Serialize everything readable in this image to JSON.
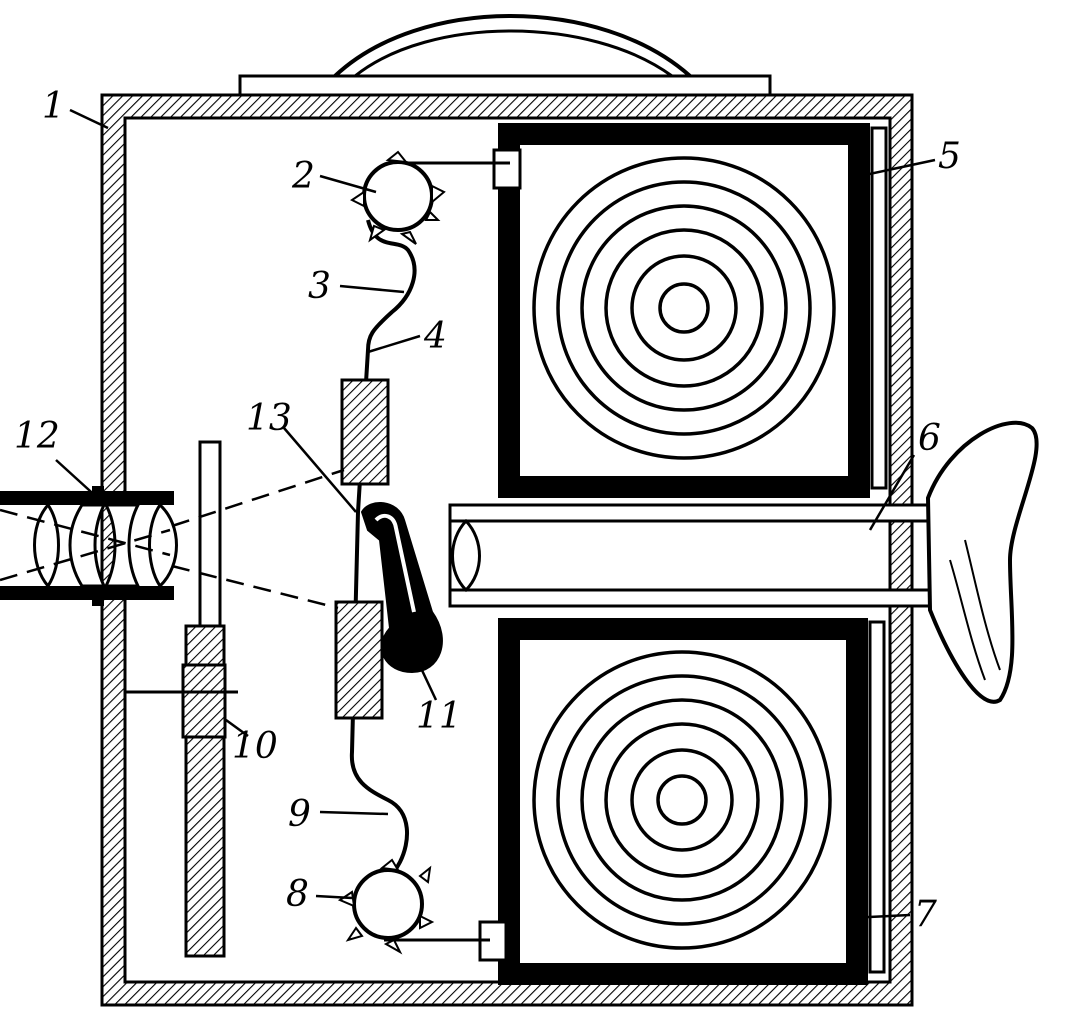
{
  "diagram": {
    "callouts": [
      {
        "id": "1",
        "text": "1"
      },
      {
        "id": "2",
        "text": "2"
      },
      {
        "id": "3",
        "text": "3"
      },
      {
        "id": "4",
        "text": "4"
      },
      {
        "id": "5",
        "text": "5"
      },
      {
        "id": "6",
        "text": "6"
      },
      {
        "id": "7",
        "text": "7"
      },
      {
        "id": "8",
        "text": "8"
      },
      {
        "id": "9",
        "text": "9"
      },
      {
        "id": "10",
        "text": "10"
      },
      {
        "id": "11",
        "text": "11"
      },
      {
        "id": "12",
        "text": "12"
      },
      {
        "id": "13",
        "text": "13"
      }
    ],
    "colors": {
      "ink": "#000000",
      "paper": "#ffffff"
    }
  }
}
